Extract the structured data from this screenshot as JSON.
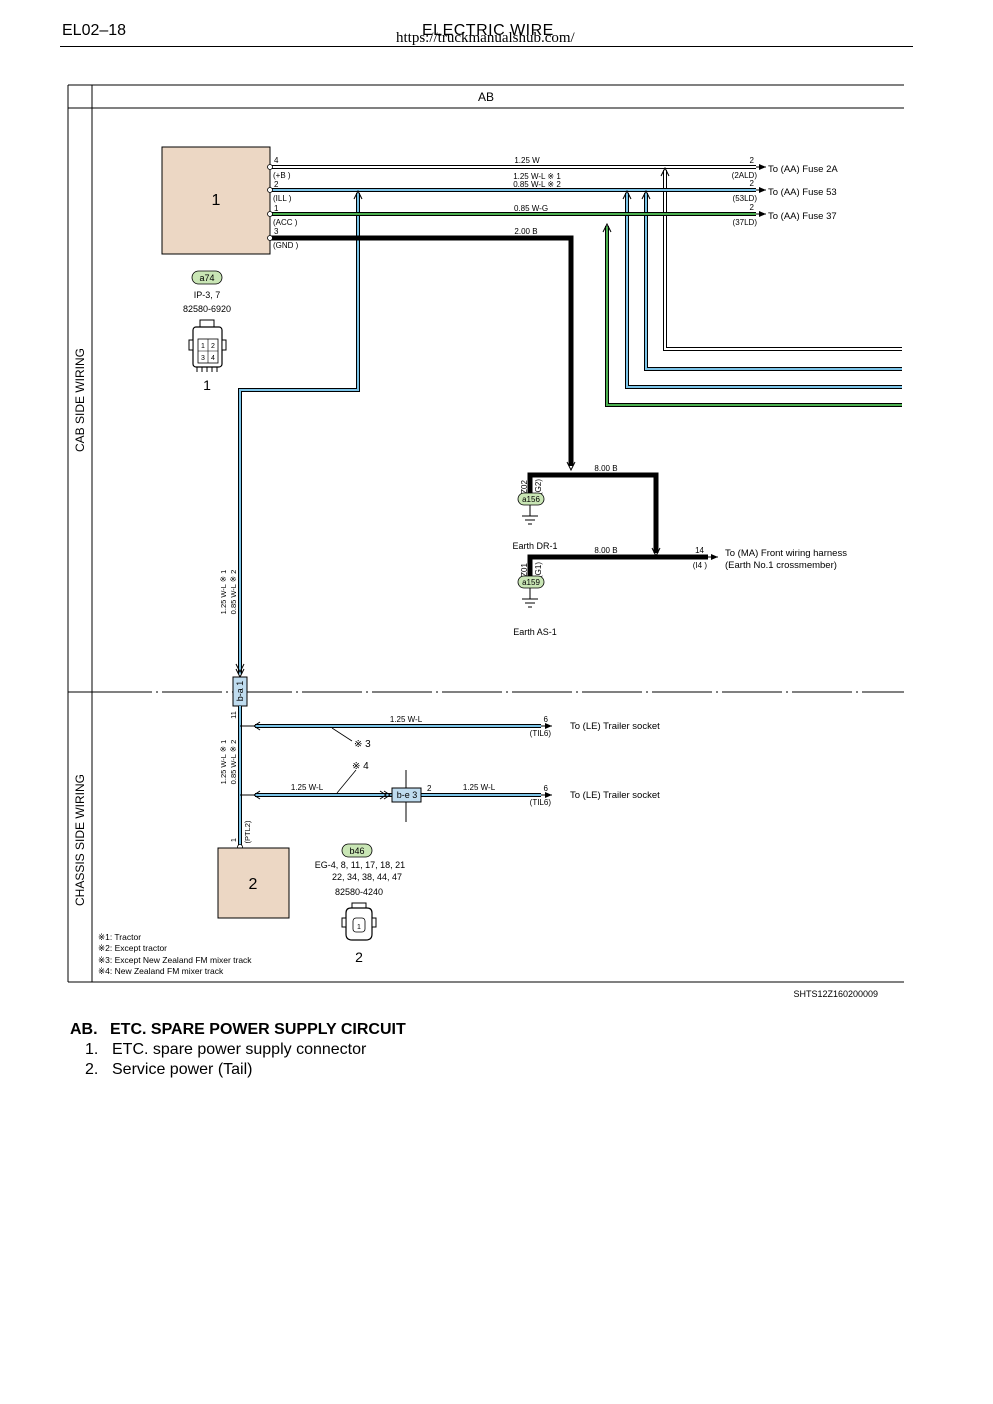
{
  "header": {
    "page_code": "EL02–18",
    "section_title": "ELECTRIC WIRE",
    "watermark_url": "https://truckmanualshub.com/"
  },
  "diagram": {
    "circuit_code": "AB",
    "side_labels": {
      "cab": "CAB SIDE WIRING",
      "chassis": "CHASSIS SIDE WIRING"
    },
    "component_1": {
      "number": "1",
      "pins": [
        {
          "pin": "4",
          "name": "(+B )"
        },
        {
          "pin": "2",
          "name": "(ILL )"
        },
        {
          "pin": "1",
          "name": "(ACC )"
        },
        {
          "pin": "3",
          "name": "(GND )"
        }
      ],
      "connector_badge": "a74",
      "connector_info": "IP-3, 7",
      "part_number": "82580-6920",
      "cavities": [
        "1",
        "2",
        "3",
        "4"
      ],
      "icon_label": "1"
    },
    "wires": {
      "w1": "1.25 W",
      "w2a": "1.25 W-L ※ 1",
      "w2b": "0.85 W-L ※ 2",
      "w3": "0.85 W-G",
      "w4": "2.00 B",
      "earth_w1": "8.00 B",
      "earth_w2": "8.00 B",
      "vert_a": "1.25 W-L ※ 1",
      "vert_b": "0.85 W-L ※ 2",
      "vert_c": "1.25 W-L ※ 1",
      "vert_d": "0.85 W-L ※ 2",
      "trailer1": "1.25 W-L",
      "trailer2a": "1.25 W-L",
      "trailer2b": "1.25 W-L"
    },
    "destinations": [
      {
        "pin": "2",
        "code": "(2ALD)",
        "label": "To (AA) Fuse 2A"
      },
      {
        "pin": "2",
        "code": "(53LD)",
        "label": "To (AA) Fuse 53"
      },
      {
        "pin": "2",
        "code": "(37LD)",
        "label": "To (AA) Fuse 37"
      }
    ],
    "earth_1": {
      "pin_a": "Z02",
      "pin_b": "(G2)",
      "badge": "a156",
      "label": "Earth DR-1"
    },
    "earth_2": {
      "pin_a": "Z01",
      "pin_b": "(G1)",
      "badge": "a159",
      "label": "Earth AS-1"
    },
    "front_harness": {
      "pin": "14",
      "code": "(I4 )",
      "label_line1": "To (MA) Front wiring harness",
      "label_line2": "(Earth No.1 crossmember)"
    },
    "junction_ba": {
      "label": "b-a 1",
      "pin": "11"
    },
    "junction_be": {
      "label": "b-e 3",
      "pin": "2"
    },
    "trailer_dest_1": {
      "pin": "6",
      "code": "(TIL6)",
      "label": "To (LE) Trailer socket"
    },
    "trailer_dest_2": {
      "pin": "6",
      "code": "(TIL6)",
      "label": "To (LE) Trailer socket"
    },
    "notes_markers": {
      "m3": "※ 3",
      "m4": "※ 4"
    },
    "component_2": {
      "number": "2",
      "pin": "1",
      "pin_code": "(PTL2)",
      "connector_badge": "b46",
      "connector_info_1": "EG-4, 8, 11, 17, 18, 21",
      "connector_info_2": "22, 34, 38, 44, 47",
      "part_number": "82580-4240",
      "cavity": "1",
      "icon_label": "2"
    },
    "footnotes": [
      "※1: Tractor",
      "※2: Except tractor",
      "※3: Except New Zealand FM mixer track",
      "※4: New Zealand FM mixer track"
    ],
    "figure_code": "SHTS12Z160200009"
  },
  "caption": {
    "code": "AB.",
    "title": "ETC. SPARE POWER SUPPLY CIRCUIT",
    "items": [
      {
        "num": "1.",
        "text": "ETC. spare power supply connector"
      },
      {
        "num": "2.",
        "text": "Service power (Tail)"
      }
    ]
  },
  "colors": {
    "wire_white": "#ffffff",
    "wire_blue": "#7cc4e8",
    "wire_green": "#4caf50",
    "wire_black": "#000000",
    "component_fill": "#ecd7c4",
    "badge_fill": "#c9e6b5",
    "junction_fill": "#bfdcef"
  }
}
